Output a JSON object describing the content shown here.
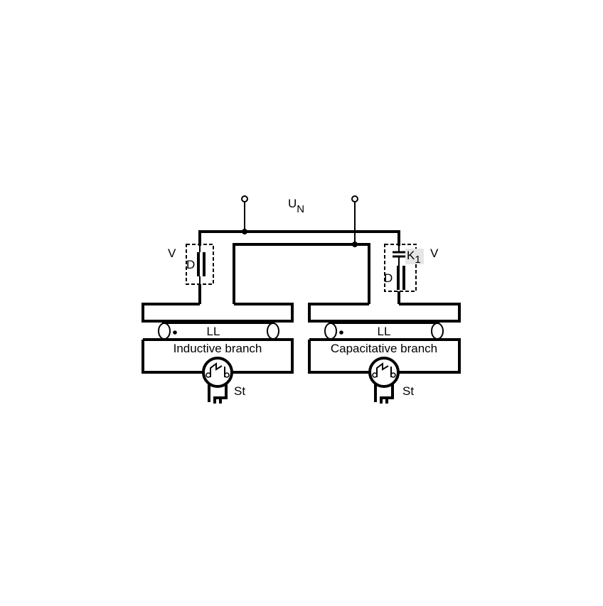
{
  "labels": {
    "supply": "U",
    "supply_sub": "N",
    "ballast_left": "V",
    "ballast_right": "V",
    "choke_left": "D",
    "choke_right": "D",
    "capacitor": "K",
    "capacitor_sub": "1",
    "lamp_left": "LL",
    "lamp_right": "LL",
    "branch_left": "Inductive branch",
    "branch_right": "Capacitative branch",
    "starter_left": "St",
    "starter_right": "St"
  },
  "colors": {
    "line": "#000000",
    "background": "#ffffff",
    "capacitor_highlight": "#e6e6e6"
  }
}
